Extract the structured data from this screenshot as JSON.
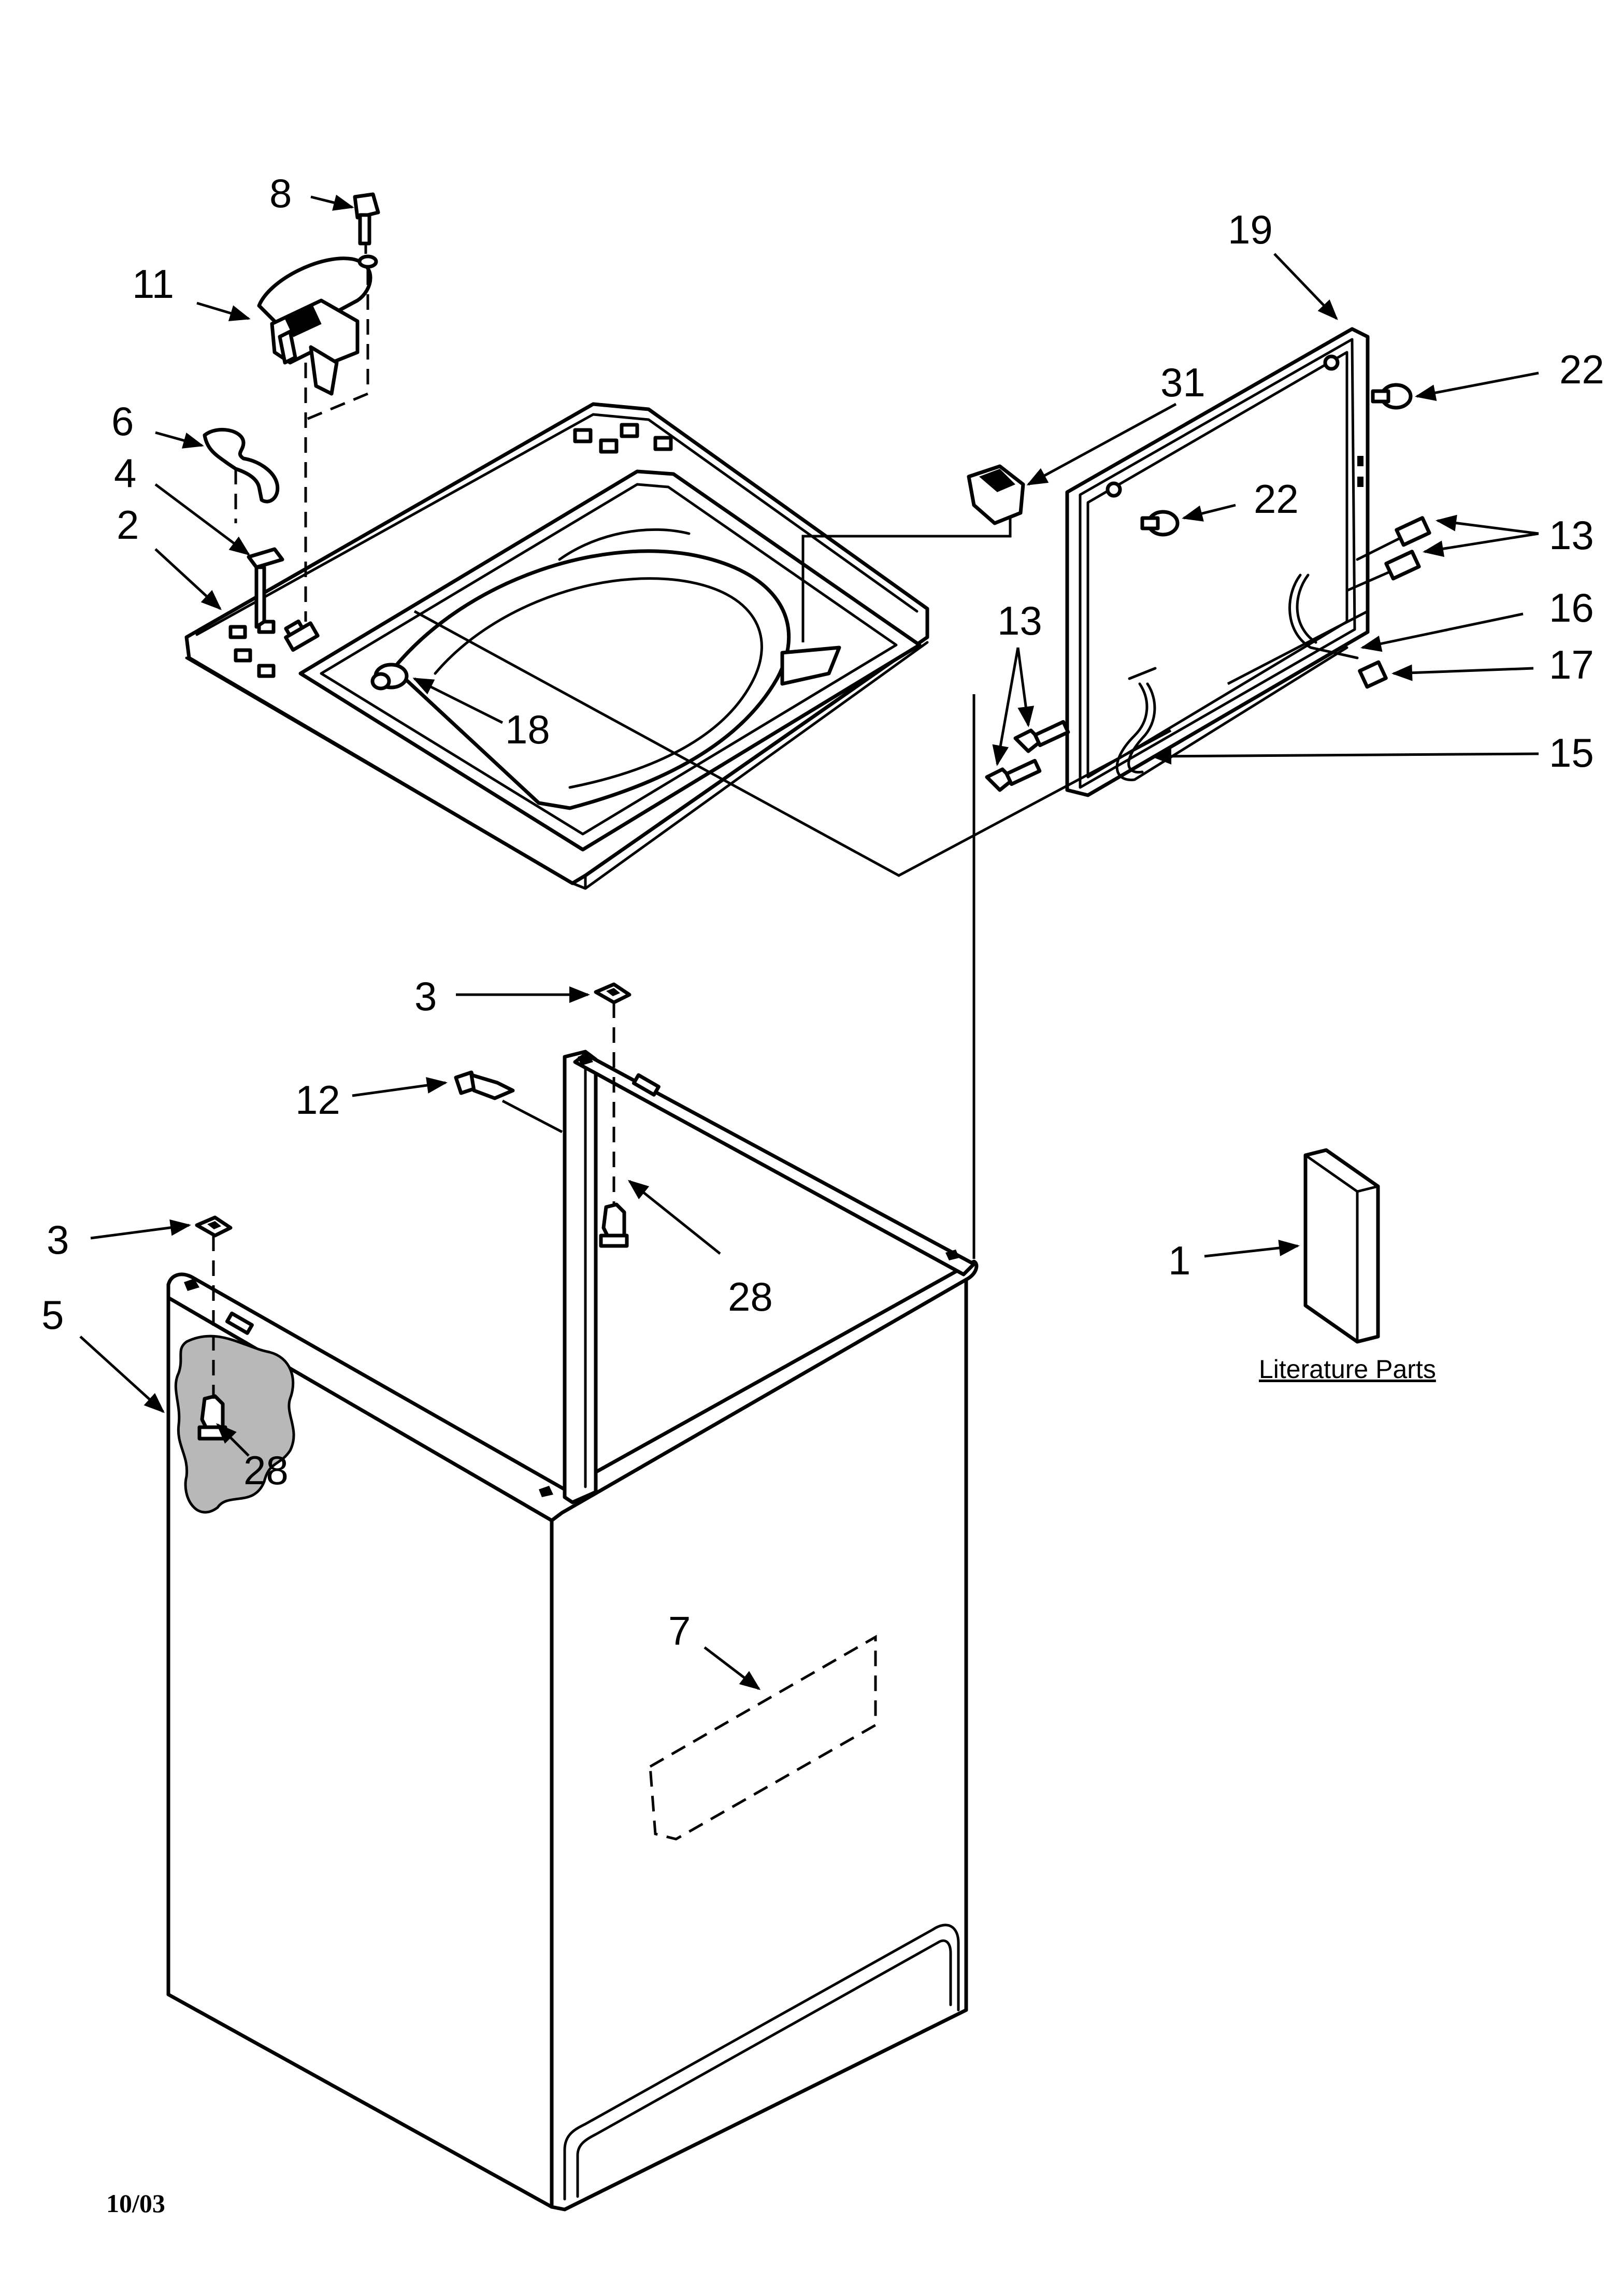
{
  "callouts": {
    "c8": "8",
    "c11": "11",
    "c6": "6",
    "c4": "4",
    "c2": "2",
    "c18": "18",
    "c19": "19",
    "c22a": "22",
    "c31": "31",
    "c22b": "22",
    "c13a": "13",
    "c13b": "13",
    "c16": "16",
    "c17": "17",
    "c15": "15",
    "c3a": "3",
    "c12": "12",
    "c28a": "28",
    "c3b": "3",
    "c5": "5",
    "c28b": "28",
    "c7": "7",
    "c1": "1"
  },
  "literature_label": "Literature Parts",
  "date_code": "10/03"
}
